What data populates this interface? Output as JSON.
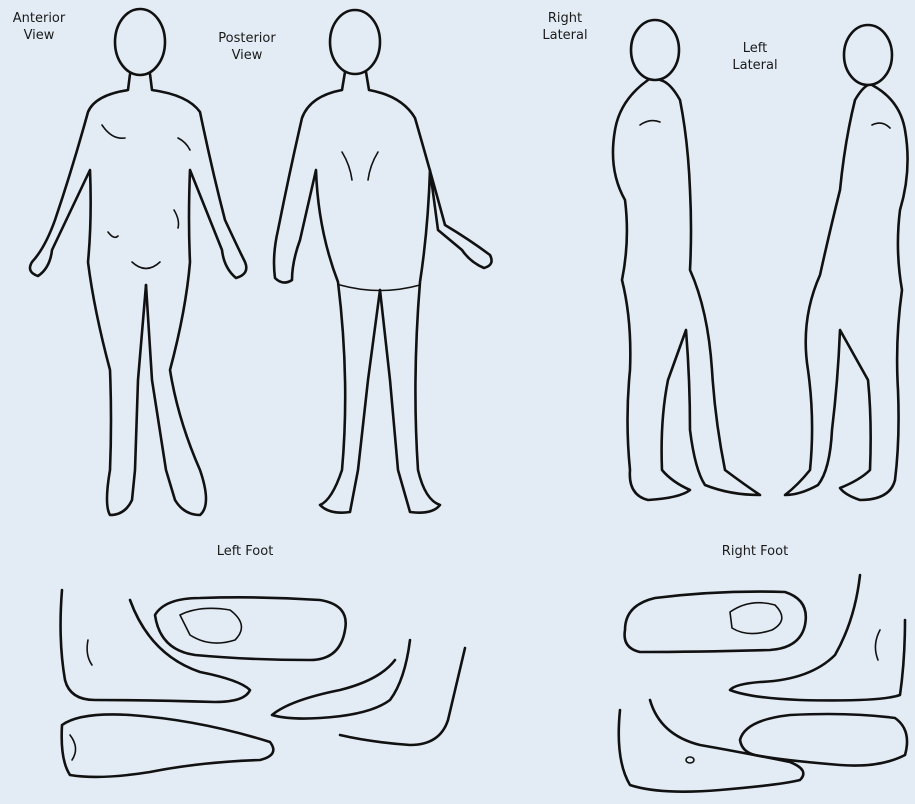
{
  "labels": {
    "anterior": "Anterior\nView",
    "posterior": "Posterior\nView",
    "right_lateral": "Right\nLateral",
    "left_lateral": "Left\nLateral",
    "left_foot": "Left Foot",
    "right_foot": "Right Foot"
  },
  "colors": {
    "background": "#e3ecf5",
    "ink": "#111111"
  }
}
